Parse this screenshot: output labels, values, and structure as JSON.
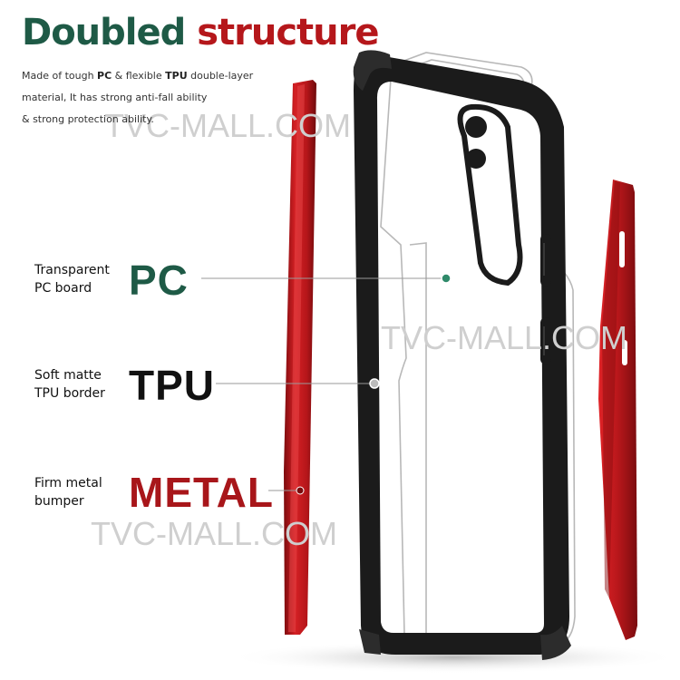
{
  "title": {
    "part1": "Doubled",
    "part2": "structure"
  },
  "description": {
    "prefix": "Made of tough ",
    "pc": "PC",
    "middle1": " & flexible ",
    "tpu": "TPU",
    "suffix": " double-layer",
    "line2": "material, It has strong anti-fall ability",
    "line3": "& strong protection ability."
  },
  "watermark": "TVC-MALL.COM",
  "layers": [
    {
      "small_line1": "Transparent",
      "small_line2": "PC board",
      "big": "PC",
      "color": "#1e5a46"
    },
    {
      "small_line1": "Soft matte",
      "small_line2": "TPU border",
      "big": "TPU",
      "color": "#111111"
    },
    {
      "small_line1": "Firm metal",
      "small_line2": "bumper",
      "big": "METAL",
      "color": "#a8161a"
    }
  ]
}
